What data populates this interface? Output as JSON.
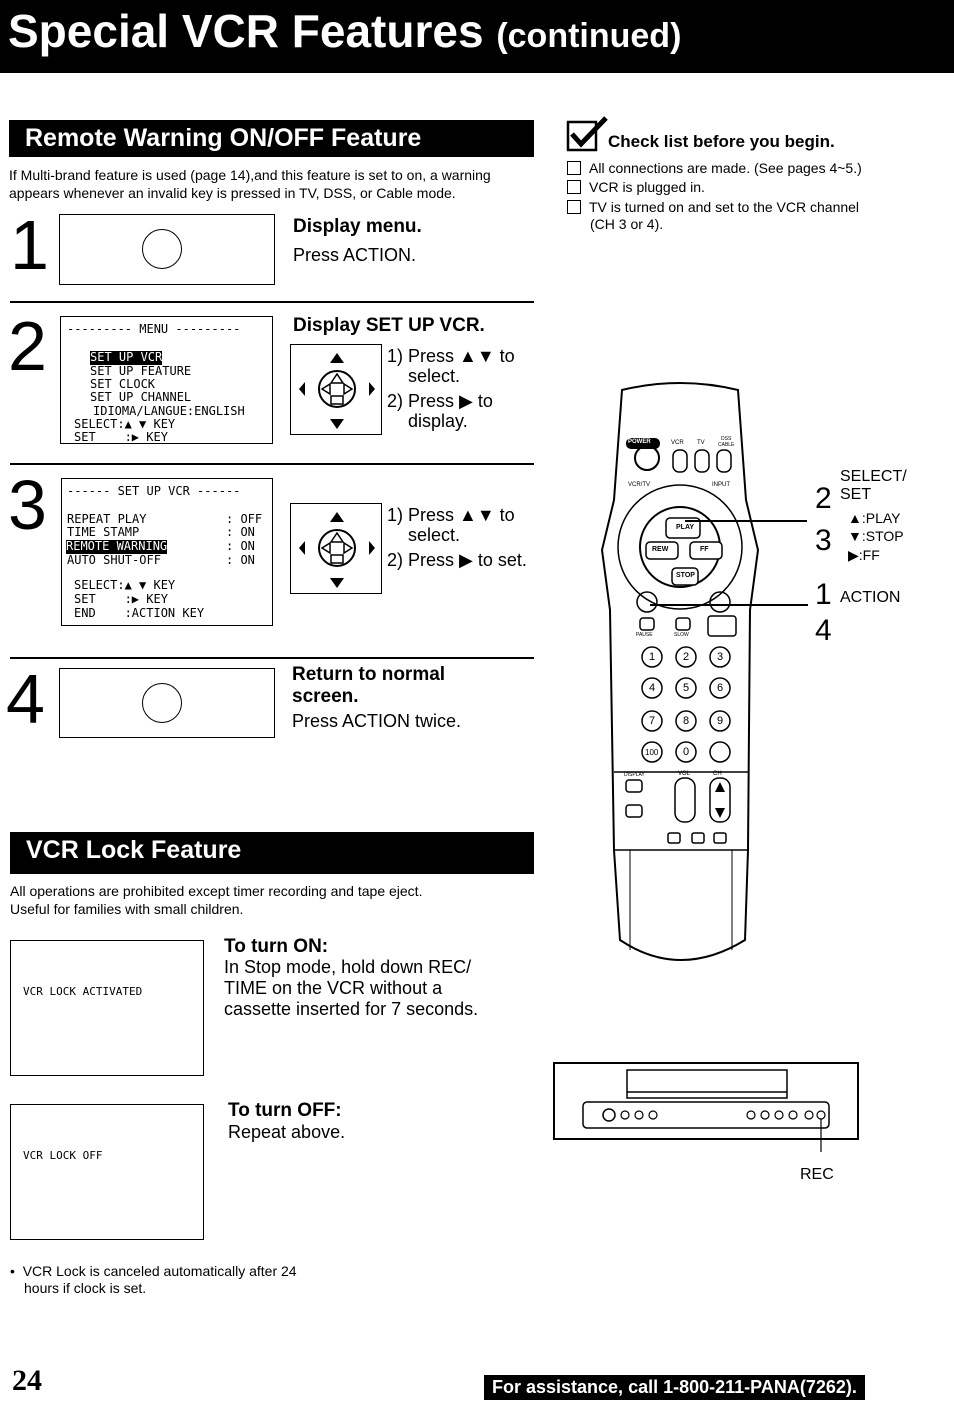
{
  "header": {
    "title": "Special VCR Features",
    "title_suffix": "(continued)"
  },
  "remote_warning": {
    "heading": "Remote Warning ON/OFF Feature",
    "intro_1": "If Multi-brand feature is used (page 14),and this feature is set to on, a warning",
    "intro_2": "appears whenever an invalid key is pressed in TV, DSS, or Cable mode.",
    "step1": {
      "num": "1",
      "title": "Display menu.",
      "text": "Press ACTION."
    },
    "step2": {
      "num": "2",
      "title": "Display SET UP VCR.",
      "instr_1": "1) Press ▲▼ to",
      "instr_1b": "select.",
      "instr_2": "2) Press ▶ to",
      "instr_2b": "display.",
      "screen": {
        "header": "--------- MENU ---------",
        "highlight": "SET UP VCR",
        "line_1": "SET UP FEATURE",
        "line_2": "SET CLOCK",
        "line_3": "SET UP CHANNEL",
        "line_4": "IDIOMA/LANGUE:ENGLISH",
        "line_5": "SELECT:▲ ▼ KEY",
        "line_6": "SET    :▶ KEY"
      }
    },
    "step3": {
      "num": "3",
      "instr_1": "1) Press ▲▼ to",
      "instr_1b": "select.",
      "instr_2": "2) Press ▶ to set.",
      "screen": {
        "header": "------ SET UP VCR ------",
        "row_1": "REPEAT PLAY",
        "row_1_val": ": OFF",
        "row_2": "TIME STAMP",
        "row_2_val": ": ON",
        "row_3": "REMOTE WARNING",
        "row_3_val": ": ON",
        "row_4": "AUTO SHUT-OFF",
        "row_4_val": ": ON",
        "line_5": "SELECT:▲ ▼ KEY",
        "line_6": "SET    :▶ KEY",
        "line_7": "END    :ACTION KEY"
      }
    },
    "step4": {
      "num": "4",
      "title_1": "Return to normal",
      "title_2": "screen.",
      "text": "Press ACTION twice."
    }
  },
  "checklist": {
    "title": "Check list before you begin.",
    "item_1": "All connections are made. (See pages 4~5.)",
    "item_2": "VCR is plugged in.",
    "item_3": "TV is turned on and set to the VCR channel",
    "item_3b": "(CH 3 or 4)."
  },
  "remote": {
    "power": "POWER",
    "vcr": "VCR",
    "tv": "TV",
    "dss": "DSS",
    "cable": "CABLE",
    "input": "INPUT",
    "vcrtv": "VCR/TV",
    "play": "PLAY",
    "rew": "REW",
    "ff": "FF",
    "stop": "STOP",
    "pause": "PAUSE",
    "slow": "SLOW",
    "k1": "1",
    "k2": "2",
    "k3": "3",
    "k4": "4",
    "k5": "5",
    "k6": "6",
    "k7": "7",
    "k8": "8",
    "k9": "9",
    "k100": "100",
    "k0": "0",
    "display": "DISPLAY",
    "vol": "VOL",
    "ch": "CH",
    "label_select": "SELECT/",
    "label_set": "SET",
    "label_2": "2",
    "label_3": "3",
    "label_1": "1",
    "label_4": "4",
    "label_play": "▲:PLAY",
    "label_stop": "▼:STOP",
    "label_ff": "▶:FF",
    "label_action": "ACTION"
  },
  "vcr_lock": {
    "heading": "VCR Lock Feature",
    "intro_1": "All operations are prohibited except timer recording and tape eject.",
    "intro_2": "Useful for families with small children.",
    "on_title": "To turn ON:",
    "on_1": "In Stop mode, hold down REC/",
    "on_2": "TIME on the VCR without a",
    "on_3": "cassette inserted for 7 seconds.",
    "on_screen": "VCR LOCK ACTIVATED",
    "off_title": "To turn OFF:",
    "off_text": "Repeat above.",
    "off_screen": "VCR LOCK OFF",
    "note_1": "VCR Lock is canceled automatically after 24",
    "note_2": "hours if clock is set.",
    "rec_label": "REC"
  },
  "footer": {
    "page": "24",
    "assist": "For assistance, call 1-800-211-PANA(7262)."
  }
}
